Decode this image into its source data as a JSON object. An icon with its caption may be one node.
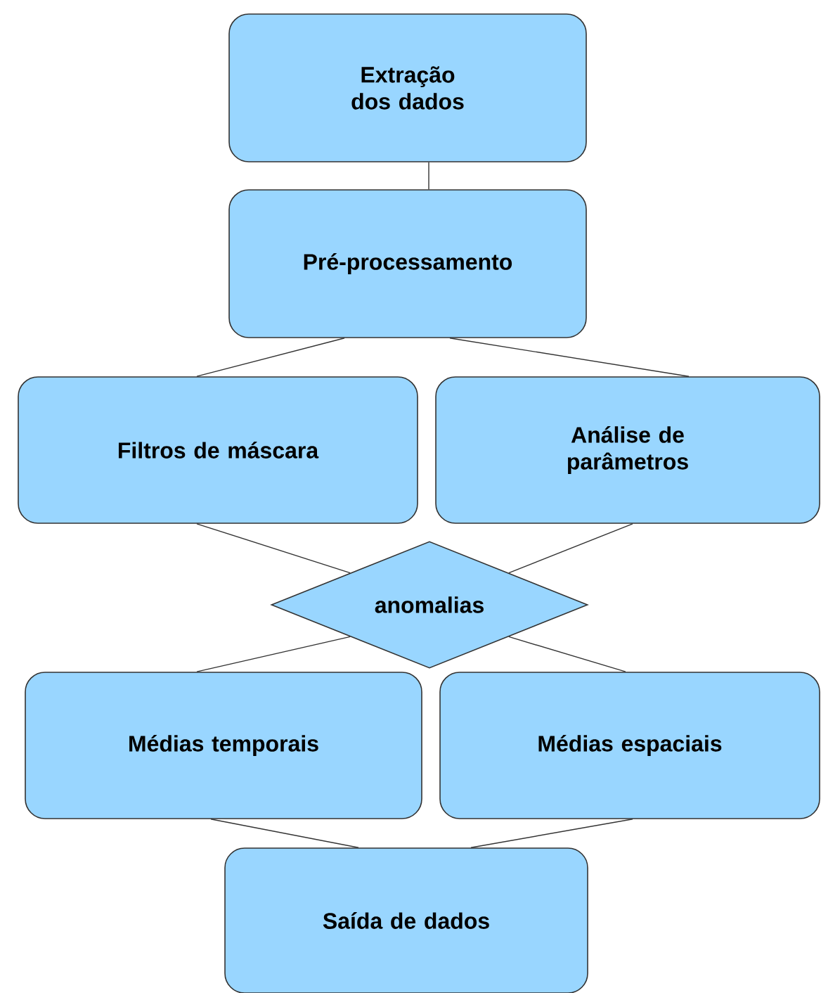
{
  "diagram": {
    "nodes": [
      {
        "text": [
          "Extração dos dados"
        ]
      },
      {
        "text": [
          "Pré-processamento"
        ]
      },
      {
        "text": [
          "Filtros de máscara"
        ]
      },
      {
        "text": [
          "Análise de parâmetros"
        ]
      },
      {
        "text": [
          "anomalias"
        ]
      },
      {
        "text": [
          "Médias temporais"
        ]
      },
      {
        "text": [
          "Médias espaciais"
        ]
      },
      {
        "text": [
          "Saída de dados"
        ]
      }
    ],
    "edges": [
      {
        "from": 0,
        "to": 1,
        "arrow": "none"
      },
      {
        "from": 1,
        "to": 2,
        "arrow": "none"
      },
      {
        "from": 1,
        "to": 3,
        "arrow": "none"
      },
      {
        "from": 2,
        "to": 4,
        "arrow": "none"
      },
      {
        "from": 3,
        "to": 4,
        "arrow": "none"
      },
      {
        "from": 4,
        "to": 5,
        "arrow": "none"
      },
      {
        "from": 4,
        "to": 6,
        "arrow": "none"
      },
      {
        "from": 5,
        "to": 7,
        "arrow": "none"
      },
      {
        "from": 6,
        "to": 7,
        "arrow": "none"
      }
    ]
  }
}
